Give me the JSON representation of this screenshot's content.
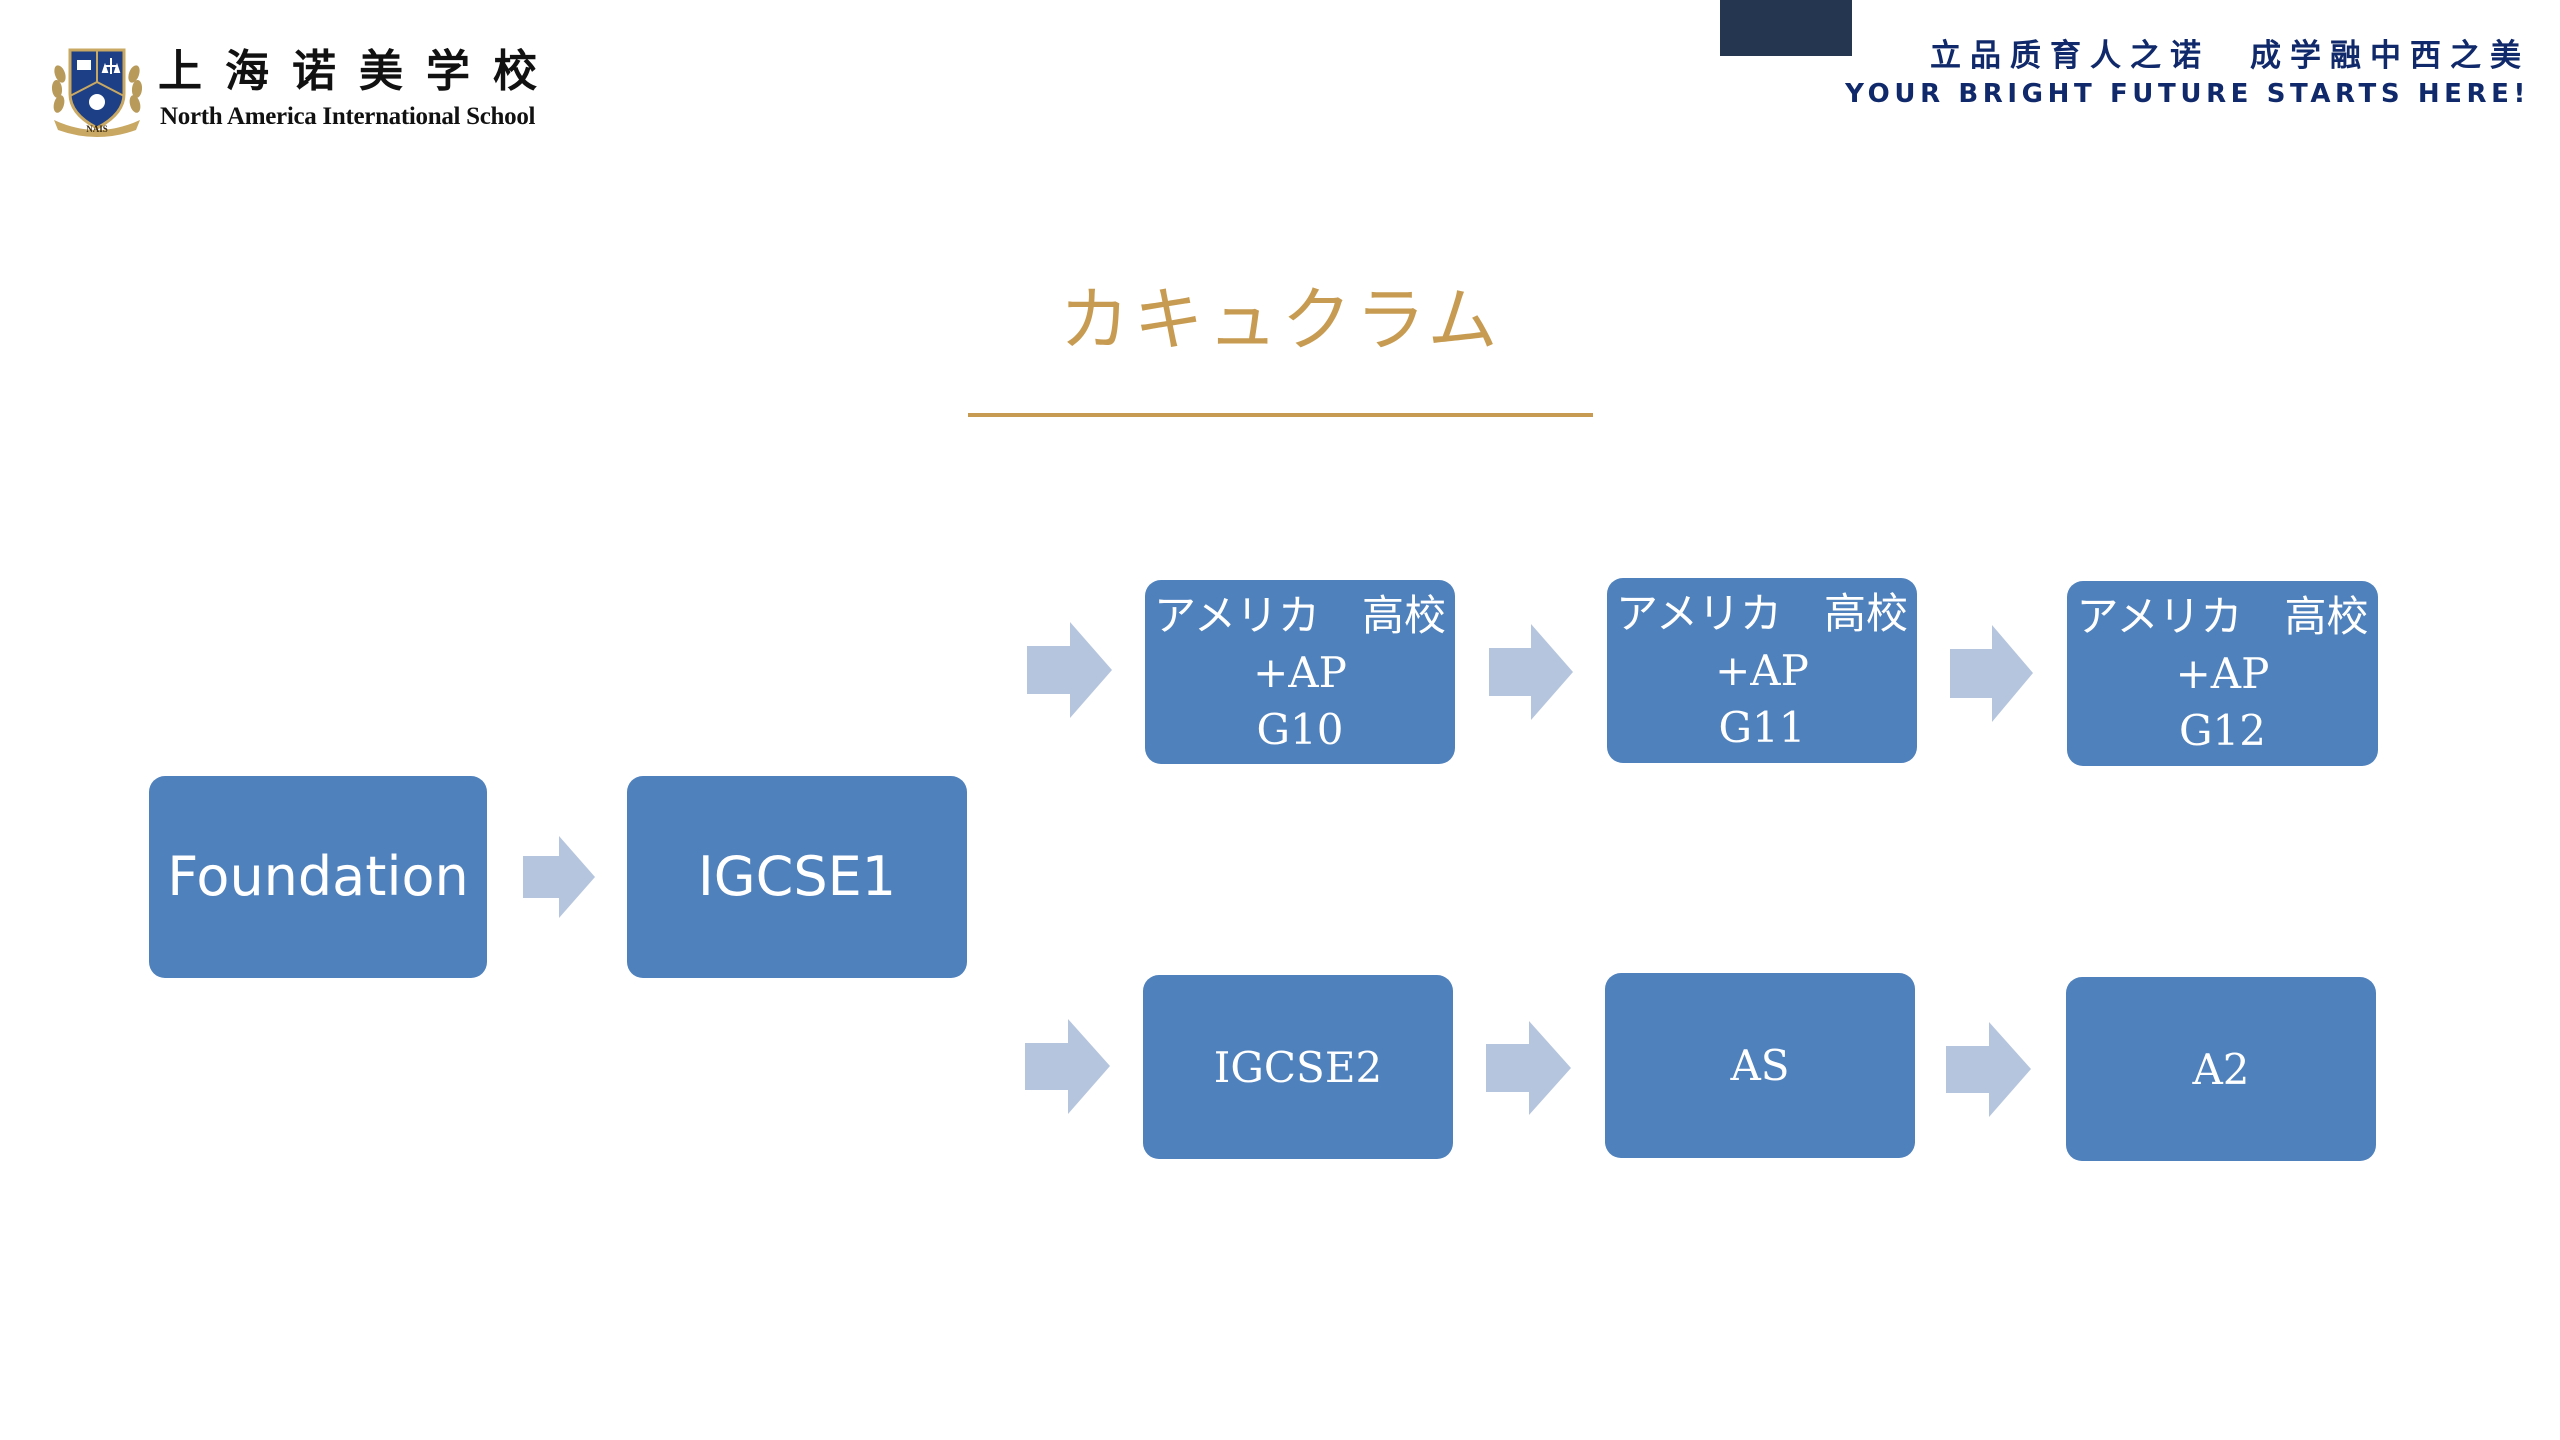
{
  "header": {
    "school_name_cn": "上海诺美学校",
    "school_name_en": "North America International School",
    "crest_text": "NAIS",
    "slogan_cn": "立品质育人之诺　成学融中西之美",
    "slogan_en": "YOUR BRIGHT FUTURE STARTS HERE!"
  },
  "title": "カキュクラム",
  "colors": {
    "box_fill": "#4f81bd",
    "arrow_fill": "#b5c5de",
    "title_gold": "#c79c52",
    "navy": "#10296a",
    "corner_block": "#243650",
    "text_white": "#ffffff"
  },
  "diagram": {
    "start": [
      {
        "id": "foundation",
        "label": "Foundation"
      },
      {
        "id": "igcse1",
        "label": "IGCSE1"
      }
    ],
    "track_american": [
      {
        "id": "g10",
        "label": "アメリカ　高校\n+AP\nG10"
      },
      {
        "id": "g11",
        "label": "アメリカ　高校\n+AP\nG11"
      },
      {
        "id": "g12",
        "label": "アメリカ　高校\n+AP\nG12"
      }
    ],
    "track_british": [
      {
        "id": "igcse2",
        "label": "IGCSE2"
      },
      {
        "id": "as",
        "label": "AS"
      },
      {
        "id": "a2",
        "label": "A2"
      }
    ]
  }
}
